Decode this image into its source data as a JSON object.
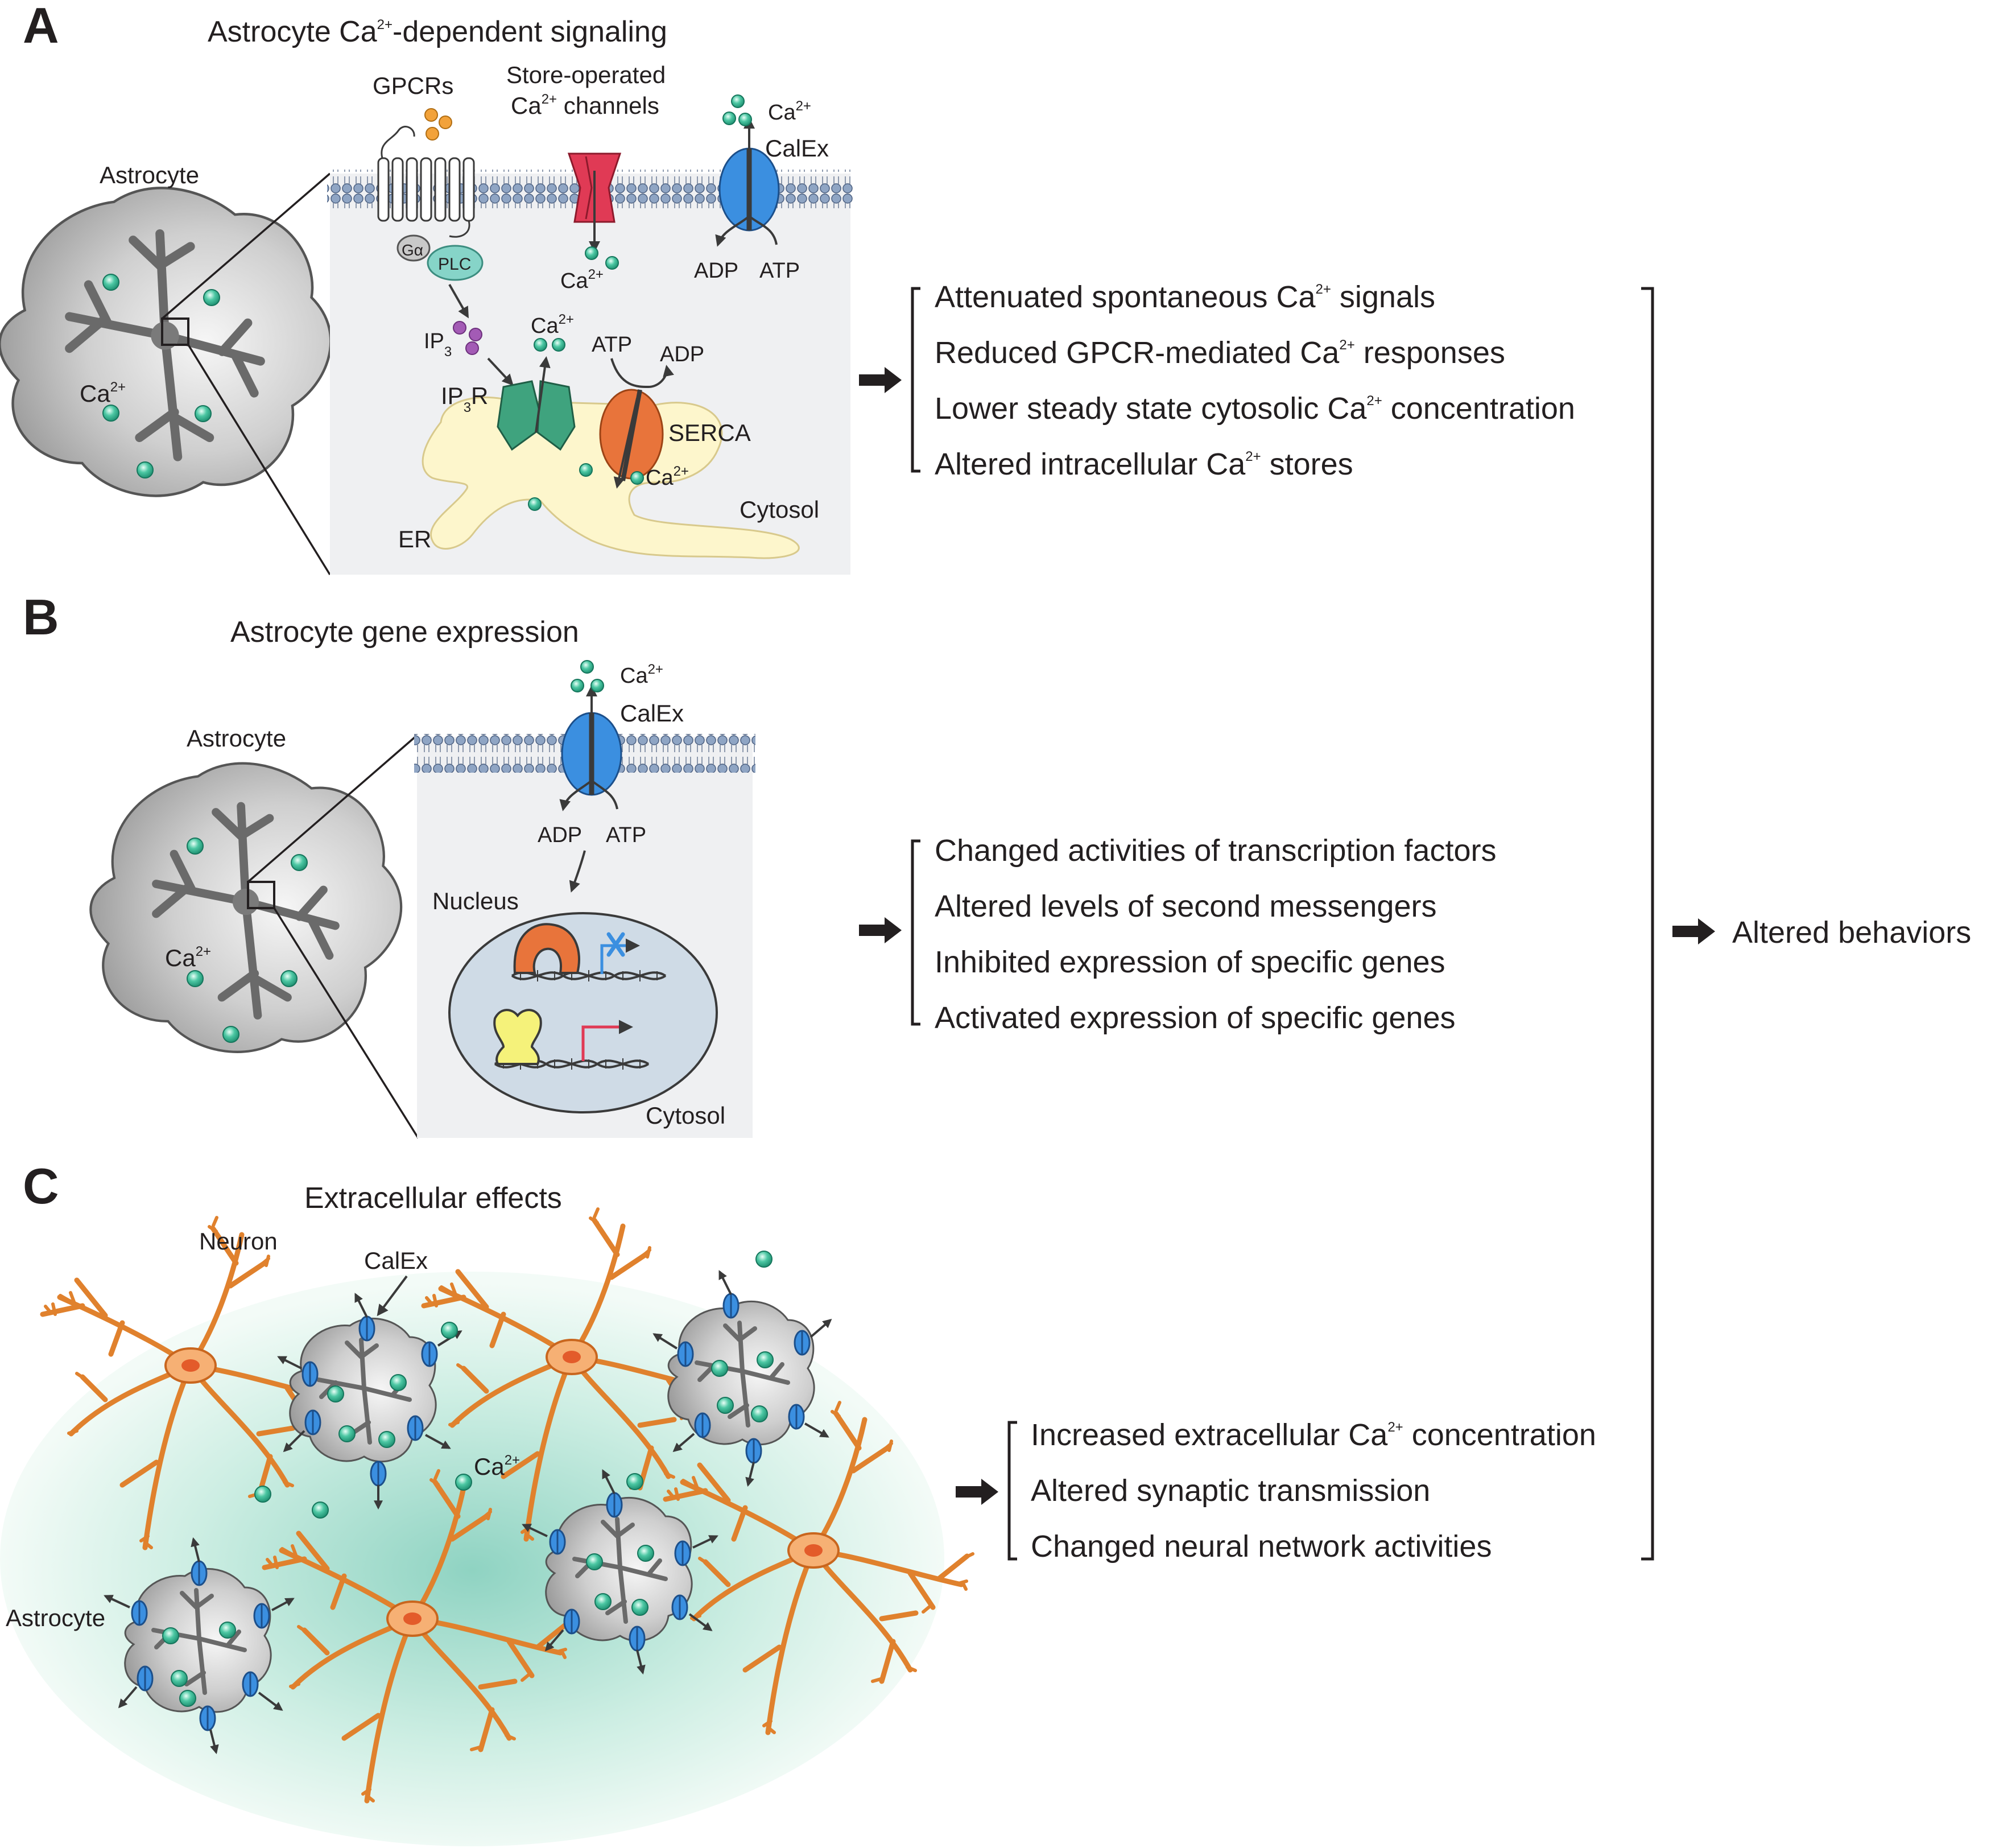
{
  "panel_a": {
    "letter": "A",
    "title_pre": "Astrocyte Ca",
    "title_sup": "2+",
    "title_post": "-dependent signaling",
    "astrocyte_label": "Astrocyte",
    "ca_label": "Ca",
    "ca_sup": "2+",
    "gpcrs_label": "GPCRs",
    "g_alpha_label": "Gα",
    "plc_label": "PLC",
    "soc_label_line1": "Store-operated",
    "soc_label_line2_pre": "Ca",
    "soc_label_line2_sup": "2+",
    "soc_label_line2_post": " channels",
    "calex_label": "CalEx",
    "adp_label": "ADP",
    "atp_label": "ATP",
    "ip3_label": "IP",
    "ip3_sub": "3",
    "ip3r_label_pre": "IP",
    "ip3r_label_sub": "3",
    "ip3r_label_post": "R",
    "serca_label": "SERCA",
    "er_label": "ER",
    "cytosol_label": "Cytosol",
    "effects": [
      {
        "pre": "Attenuated spontaneous Ca",
        "sup": "2+",
        "post": " signals"
      },
      {
        "pre": "Reduced GPCR-mediated Ca",
        "sup": "2+",
        "post": " responses"
      },
      {
        "pre": "Lower steady state cytosolic Ca",
        "sup": "2+",
        "post": " concentration"
      },
      {
        "pre": "Altered intracellular Ca",
        "sup": "2+",
        "post": " stores"
      }
    ]
  },
  "panel_b": {
    "letter": "B",
    "title": "Astrocyte gene expression",
    "astrocyte_label": "Astrocyte",
    "ca_label": "Ca",
    "ca_sup": "2+",
    "calex_label": "CalEx",
    "adp_label": "ADP",
    "atp_label": "ATP",
    "nucleus_label": "Nucleus",
    "cytosol_label": "Cytosol",
    "effects": [
      "Changed activities of transcription factors",
      "Altered levels of second messengers",
      "Inhibited expression of specific genes",
      "Activated expression of specific genes"
    ]
  },
  "panel_c": {
    "letter": "C",
    "title": "Extracellular effects",
    "neuron_label": "Neuron",
    "calex_label": "CalEx",
    "ca_label": "Ca",
    "ca_sup": "2+",
    "astrocyte_label": "Astrocyte",
    "effects": [
      {
        "pre": "Increased extracellular Ca",
        "sup": "2+",
        "post": " concentration"
      },
      {
        "pre": "Altered synaptic transmission",
        "sup": "",
        "post": ""
      },
      {
        "pre": "Changed neural network activities",
        "sup": "",
        "post": ""
      }
    ]
  },
  "outcome": "Altered behaviors",
  "colors": {
    "calcium": "#2aa887",
    "calex_pump": "#3b8fe0",
    "soc_channel": "#e03a55",
    "ip3r_channel": "#3fa37e",
    "serca_pump": "#e8743b",
    "er": "#fff7cf",
    "gpcr_ligand": "#f2a23a",
    "ip3": "#a35bb5",
    "plc": "#86d4c8",
    "neuron": "#ee9540",
    "nucleus": "#cfdbe6"
  }
}
